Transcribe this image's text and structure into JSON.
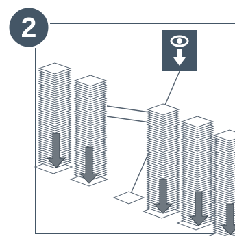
{
  "step": {
    "number": "2"
  },
  "colors": {
    "badge_fill": "#445666",
    "badge_text": "#ffffff",
    "frame_stroke": "#445666",
    "line": "#556270",
    "sheet_stroke": "#556270",
    "sheet_fill": "#ffffff",
    "arrow_fill": "#6f7880",
    "arrow_stroke": "#3d4852",
    "eye_box_fill": "#445666",
    "eye_glyph": "#ffffff"
  },
  "icons": {
    "badge": "step-number-badge",
    "indicator": "eye-down-arrow-icon"
  },
  "diagram": {
    "stack_count": 5,
    "loose_sheet_count": 1
  }
}
